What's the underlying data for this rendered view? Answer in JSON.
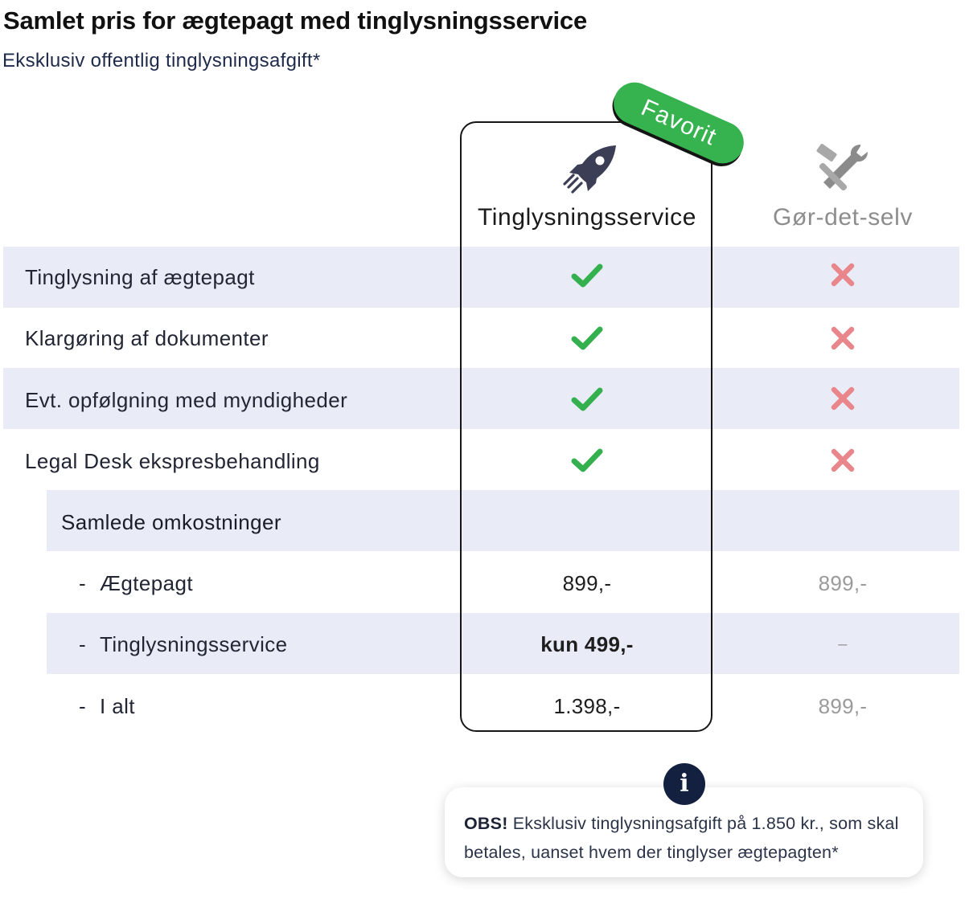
{
  "header": {
    "title": "Samlet pris for ægtepagt med tinglysningsservice",
    "subtitle": "Eksklusiv offentlig tinglysningsafgift*"
  },
  "columns": {
    "main": {
      "title": "Tinglysningsservice",
      "icon": "rocket-icon",
      "badge": "Favorit"
    },
    "alt": {
      "title": "Gør-det-selv",
      "icon": "tools-icon"
    }
  },
  "features": [
    {
      "label": "Tinglysning af ægtepagt",
      "main": "check",
      "alt": "cross"
    },
    {
      "label": "Klargøring af dokumenter",
      "main": "check",
      "alt": "cross"
    },
    {
      "label": "Evt. opfølgning med myndigheder",
      "main": "check",
      "alt": "cross"
    },
    {
      "label": "Legal Desk ekspresbehandling",
      "main": "check",
      "alt": "cross"
    }
  ],
  "costs": {
    "section_label": "Samlede omkostninger",
    "rows": [
      {
        "dash": "-",
        "label": "Ægtepagt",
        "main": "899,-",
        "alt": "899,-"
      },
      {
        "dash": "-",
        "label": "Tinglysningsservice",
        "main": "kun 499,-",
        "alt": "–"
      },
      {
        "dash": "-",
        "label": "I alt",
        "main": "1.398,-",
        "alt": "899,-"
      }
    ]
  },
  "note": {
    "icon": "i",
    "bold": "OBS!",
    "text": " Eksklusiv tinglysningsafgift på 1.850 kr., som skal betales, uanset hvem der tinglyser ægtepagten*"
  },
  "colors": {
    "check": "#34b04f",
    "cross": "#e8868b",
    "badge": "#36b34f",
    "band": "#e9ecf6",
    "info_icon": "#142040"
  }
}
